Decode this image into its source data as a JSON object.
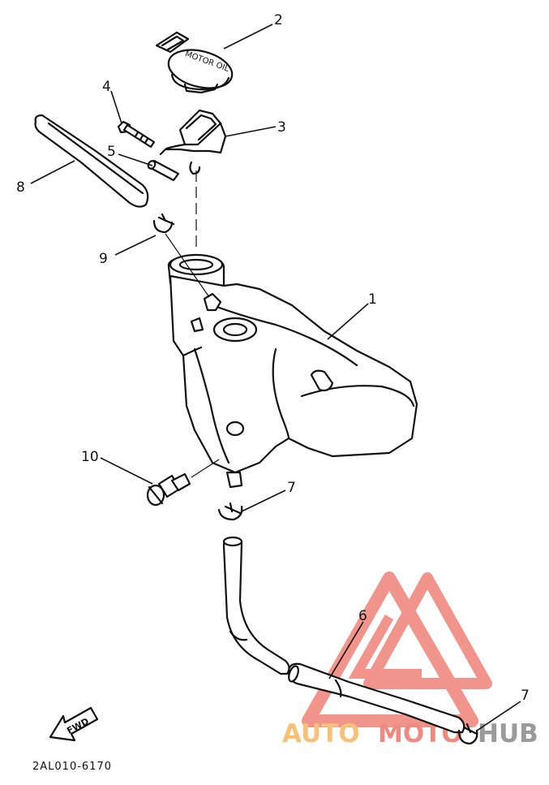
{
  "diagram": {
    "drawing_code": "2AL010-6170",
    "fwd_label": "FWD",
    "cap_embossed_text": "MOTOR OIL",
    "callouts": [
      "1",
      "2",
      "3",
      "4",
      "5",
      "6",
      "7",
      "7",
      "8",
      "9",
      "10"
    ]
  },
  "watermark": {
    "word_a": "AUTO",
    "word_b": "MOTO",
    "word_c": "HUB",
    "colors": {
      "orange": "#f6c27a",
      "red": "#f08a80",
      "gray": "#9a9a9a"
    }
  }
}
